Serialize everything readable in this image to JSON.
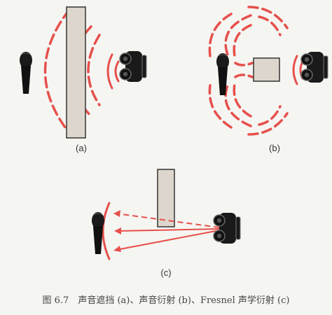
{
  "panels": {
    "a": {
      "label": "(a)"
    },
    "b": {
      "label": "(b)"
    },
    "c": {
      "label": "(c)"
    }
  },
  "caption": "图 6.7　声音遮挡 (a)、声音衍射 (b)、Fresnel 声学衍射 (c)",
  "colors": {
    "wave": "#e6504b",
    "obstacle_fill": "#ddd6cc",
    "obstacle_stroke": "#333333",
    "device": "#1a1a1a"
  },
  "icons": [
    "microphone-icon",
    "speaker-icon"
  ]
}
